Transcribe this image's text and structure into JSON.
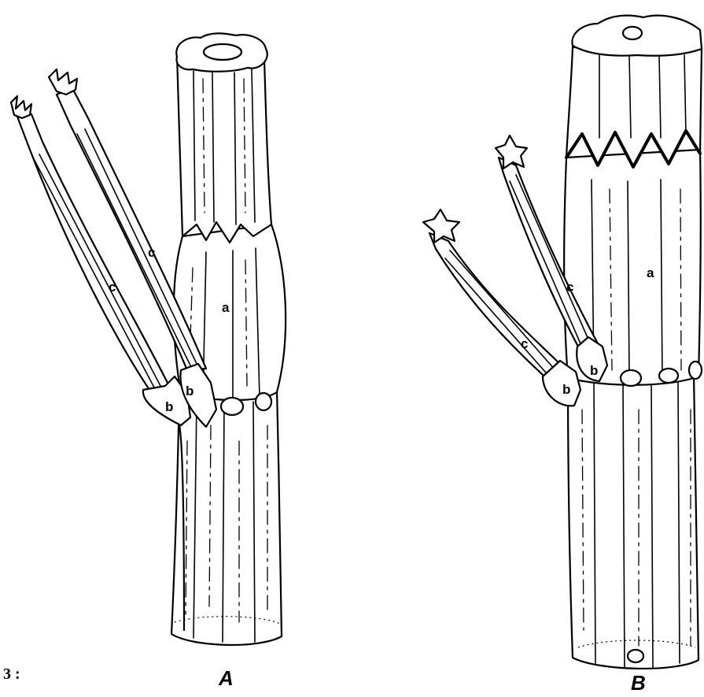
{
  "figure": {
    "number_text": "3 :",
    "panels": [
      {
        "caption": "A",
        "labels": {
          "internode": "a",
          "sheath_left": "b",
          "sheath_right": "b",
          "shoot_left": "c",
          "shoot_right": "c"
        }
      },
      {
        "caption": "B",
        "labels": {
          "internode": "a",
          "sheath_left": "b",
          "sheath_right": "b",
          "shoot_left": "c",
          "shoot_right": "c"
        }
      }
    ]
  }
}
